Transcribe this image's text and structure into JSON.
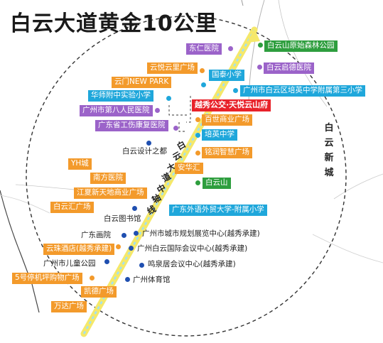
{
  "title": "白云大道黄金10公里",
  "district": {
    "chars": [
      "白",
      "云",
      "新",
      "城"
    ]
  },
  "axis": {
    "chars": [
      "白",
      "云",
      "大",
      "道",
      "中",
      "轴",
      "线"
    ]
  },
  "colors": {
    "orange": "#f39a2b",
    "purple": "#9b63c9",
    "cyan": "#1fa7db",
    "green": "#2e9e3e",
    "red": "#e8222a",
    "blue_dot": "#1f4fb0",
    "axis_line": "#f5e86a"
  },
  "labels": {
    "donren": "东仁医院",
    "baiyunshan_forest": "白云山原始森林公园",
    "yunyue_plaza": "云悦云里广场",
    "baiyun_qide": "白云启德医院",
    "yunmen_newpark": "云门NEW PARK",
    "guotai_school": "国泰小学",
    "huashi_school": "华师附中实验小学",
    "peiying_branch": "广州市白云区培英中学附属第三小学",
    "eighth_hospital": "广州市第八人民医院",
    "yuexiu_project": "越秀公交·天悦云山府",
    "gongshang_hospital": "广东省工伤康复医院",
    "baishi_plaza": "百世商业广场",
    "peiying_school": "培英中学",
    "baiyun_design": "白云设计之都",
    "mingrun_plaza": "铭润智慧广场",
    "yh_city": "YH城",
    "anhua_hui": "安华汇",
    "nanfang_hospital": "南方医院",
    "baiyun_mountain": "白云山",
    "jiangxia_plaza": "江夏新天地商业广场",
    "baiyunhui_plaza": "白云汇广场",
    "foreign_affiliate": "广东外语外贸大学-附属小学",
    "baiyun_library": "白云图书馆",
    "guangdong_painting": "广东画院",
    "planning_center": "广州市城市规划展览中心(越秀承建)",
    "yunzhu_hotel": "云珠酒店(越秀承建)",
    "conference_center": "广州白云国际会议中心(越秀承建)",
    "children_park": "广州市儿童公园",
    "mingquanju": "鸣泉居会议中心(越秀承建)",
    "no5_parking": "5号停机坪购物广场",
    "kaide_plaza": "凯德广场",
    "gz_stadium": "广州体育馆",
    "wanda_plaza": "万达广场"
  }
}
